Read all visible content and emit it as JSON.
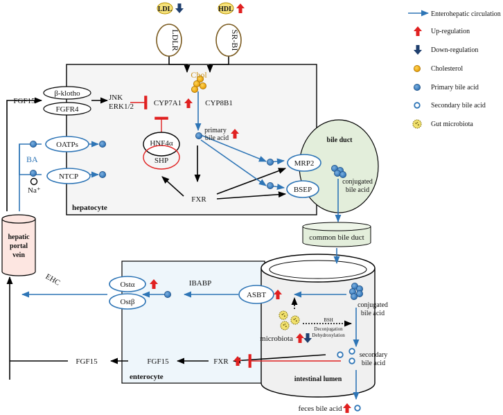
{
  "colors": {
    "blue": "#2e75b6",
    "dark_blue": "#1f3f6e",
    "red": "#e02020",
    "orange": "#f0a30a",
    "chol_text": "#c9911a",
    "panel_fill": "#f5f5f5",
    "bile_duct_fill": "#e3eedb",
    "portal_vein_fill": "#fde6e1",
    "enterocyte_fill": "#eef6fb"
  },
  "top": {
    "ldl": "LDL",
    "hdl": "HDL",
    "ldlr": "LDLR",
    "srbi": "SR-BI",
    "chol": "Chol"
  },
  "hepatocyte": {
    "label": "hepatocyte",
    "beta_klotho": "β-klotho",
    "fgfr4": "FGFR4",
    "jnk": "JNK",
    "erk": "ERK1/2",
    "cyp7a1": "CYP7A1",
    "cyp8b1": "CYP8B1",
    "primary_line1": "primary",
    "primary_line2": "bile acid",
    "hnf4a": "HNF4α",
    "shp": "SHP",
    "fxr": "FXR",
    "oatps": "OATPs",
    "ntcp": "NTCP",
    "ba": "BA",
    "na": "Na⁺",
    "mrp2": "MRP2",
    "bsep": "BSEP"
  },
  "left": {
    "fgf15_top": "FGF15",
    "portal_line1": "hepatic",
    "portal_line2": "portal",
    "portal_line3": "vein",
    "ehc": "EHC"
  },
  "bile_duct": {
    "title": "bile duct",
    "conj_line1": "conjugated",
    "conj_line2": "bile acid",
    "common": "common bile duct"
  },
  "enterocyte": {
    "label": "enterocyte",
    "osta": "Ostα",
    "ostb": "Ostβ",
    "ibabp": "IBABP",
    "asbt": "ASBT",
    "fxr": "FXR",
    "fgf15_a": "FGF15",
    "fgf15_b": "FGF15"
  },
  "lumen": {
    "label": "intestinal lumen",
    "conj_line1": "conjugated",
    "conj_line2": "bile acid",
    "bsh": "BSH",
    "deconj": "Deconjugation",
    "dehydrox": "Dehydroxylation",
    "microbiota": "microbiota",
    "sec_line1": "secondary",
    "sec_line2": "bile acid",
    "feces": "feces bile acid"
  },
  "legend": [
    {
      "icon": "blue-arrow-icon",
      "label": "Enterohepatic circulation"
    },
    {
      "icon": "red-up-arrow-icon",
      "label": "Up-regulation"
    },
    {
      "icon": "dark-down-arrow-icon",
      "label": "Down-regulation"
    },
    {
      "icon": "cholesterol-dot-icon",
      "label": "Cholesterol"
    },
    {
      "icon": "primary-bile-acid-dot-icon",
      "label": "Primary bile acid"
    },
    {
      "icon": "secondary-bile-acid-ring-icon",
      "label": "Secondary bile acid"
    },
    {
      "icon": "gut-microbiota-icon",
      "label": "Gut microbiota"
    }
  ]
}
